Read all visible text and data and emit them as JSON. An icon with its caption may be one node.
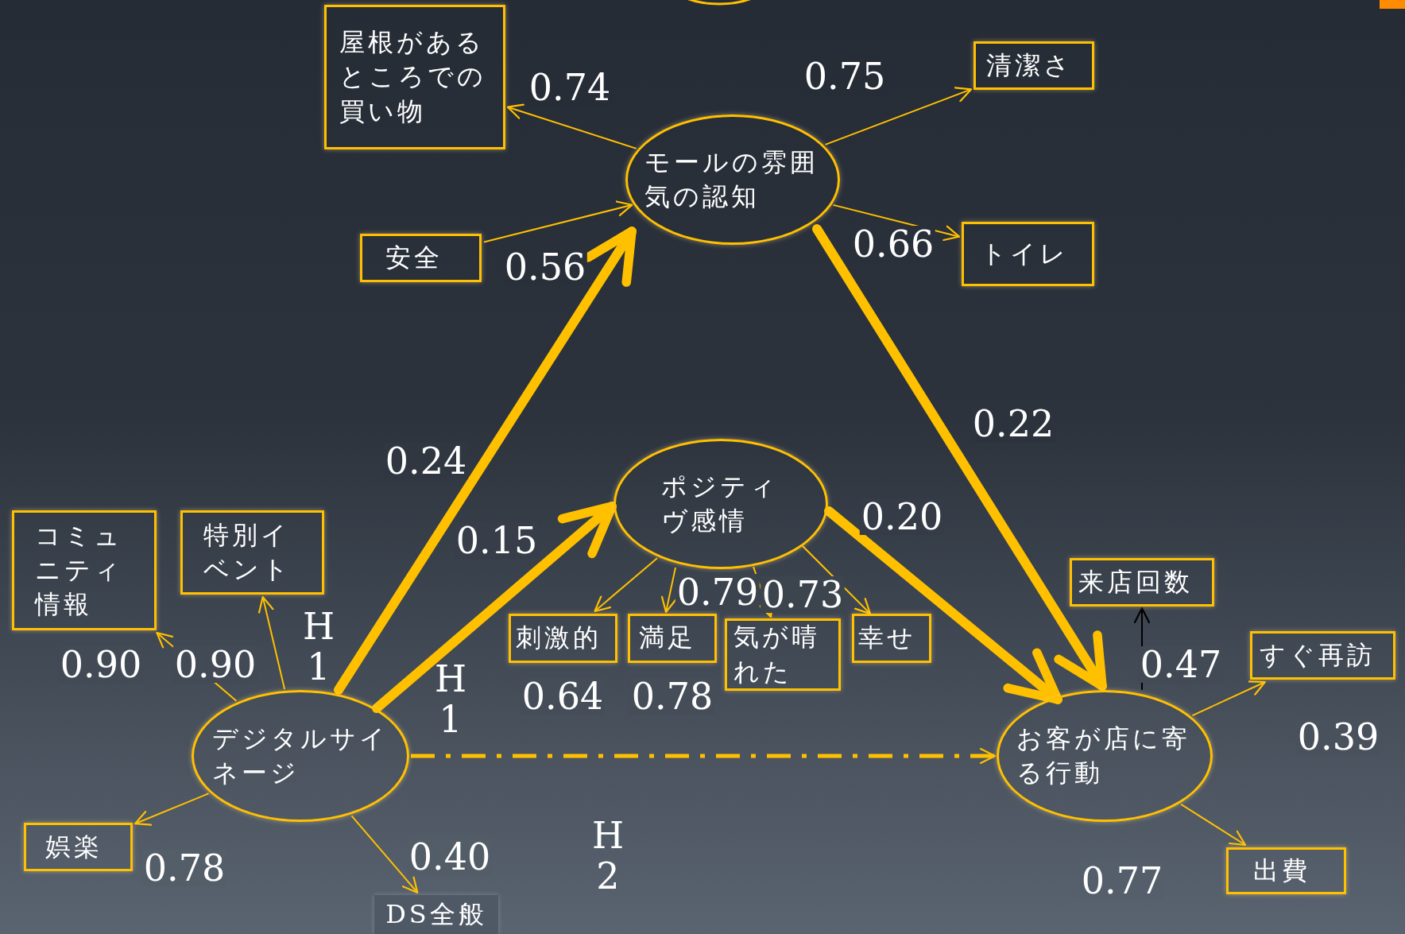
{
  "diagram": {
    "nodes": [
      {
        "text": [],
        "shape": "ellipse"
      },
      {
        "text": [
          "モールの雰囲気の認知"
        ]
      },
      {
        "text": [
          "屋根があるところでの買い物"
        ]
      },
      {
        "text": [
          "清潔さ"
        ]
      },
      {
        "text": [
          "安全"
        ]
      },
      {
        "text": [
          "トイレ"
        ]
      },
      {
        "text": [
          "ポジティヴ感情"
        ]
      },
      {
        "text": [
          "コミュニティ情報"
        ]
      },
      {
        "text": [
          "特別イベント"
        ]
      },
      {
        "text": [
          "刺激的"
        ]
      },
      {
        "text": [
          "満足"
        ]
      },
      {
        "text": [
          "気が晴れた"
        ]
      },
      {
        "text": [
          "幸せ"
        ]
      },
      {
        "text": [
          "来店回数"
        ]
      },
      {
        "text": [
          "デジタルサイネージ"
        ]
      },
      {
        "text": [
          "お客が店に寄る行動"
        ]
      },
      {
        "text": [
          "すぐ再訪"
        ]
      },
      {
        "text": [
          "娯楽"
        ]
      },
      {
        "text": [
          "出費"
        ]
      },
      {
        "text": [
          "DS全般"
        ]
      }
    ],
    "edges": [
      {
        "from": 1,
        "to": 2,
        "arrow": "to",
        "label": "0.74"
      },
      {
        "from": 1,
        "to": 3,
        "arrow": "to",
        "label": "0.75"
      },
      {
        "from": 4,
        "to": 1,
        "arrow": "to",
        "label": "0.56"
      },
      {
        "from": 1,
        "to": 5,
        "arrow": "to",
        "label": "0.66"
      },
      {
        "from": 14,
        "to": 1,
        "arrow": "to",
        "label": "0.24",
        "style": "thick"
      },
      {
        "from": 14,
        "to": 6,
        "arrow": "to",
        "label": "0.15",
        "style": "thick"
      },
      {
        "from": 1,
        "to": 15,
        "arrow": "to",
        "label": "0.22",
        "style": "thick"
      },
      {
        "from": 6,
        "to": 15,
        "arrow": "to",
        "label": "0.20",
        "style": "thick"
      },
      {
        "from": 6,
        "to": 9,
        "arrow": "to",
        "label": "0.64"
      },
      {
        "from": 6,
        "to": 10,
        "arrow": "to",
        "label": "0.78"
      },
      {
        "from": 6,
        "to": 11,
        "arrow": "to",
        "label": "0.79"
      },
      {
        "from": 6,
        "to": 12,
        "arrow": "to",
        "label": "0.73"
      },
      {
        "from": 15,
        "to": 13,
        "arrow": "to",
        "label": "0.47",
        "color": "#000000"
      },
      {
        "from": 15,
        "to": 16,
        "arrow": "to",
        "label": "0.39"
      },
      {
        "from": 15,
        "to": 18,
        "arrow": "to",
        "label": "0.77"
      },
      {
        "from": 14,
        "to": 7,
        "arrow": "to",
        "label": "0.90"
      },
      {
        "from": 14,
        "to": 8,
        "arrow": "to",
        "label": "0.90"
      },
      {
        "from": 14,
        "to": 17,
        "arrow": "to",
        "label": "0.78"
      },
      {
        "from": 14,
        "to": 19,
        "arrow": "to",
        "label": "0.40"
      },
      {
        "from": 14,
        "to": 15,
        "arrow": "to",
        "style": "dashed"
      }
    ],
    "labels": [
      "H 1",
      "H 1",
      "H 2"
    ]
  }
}
